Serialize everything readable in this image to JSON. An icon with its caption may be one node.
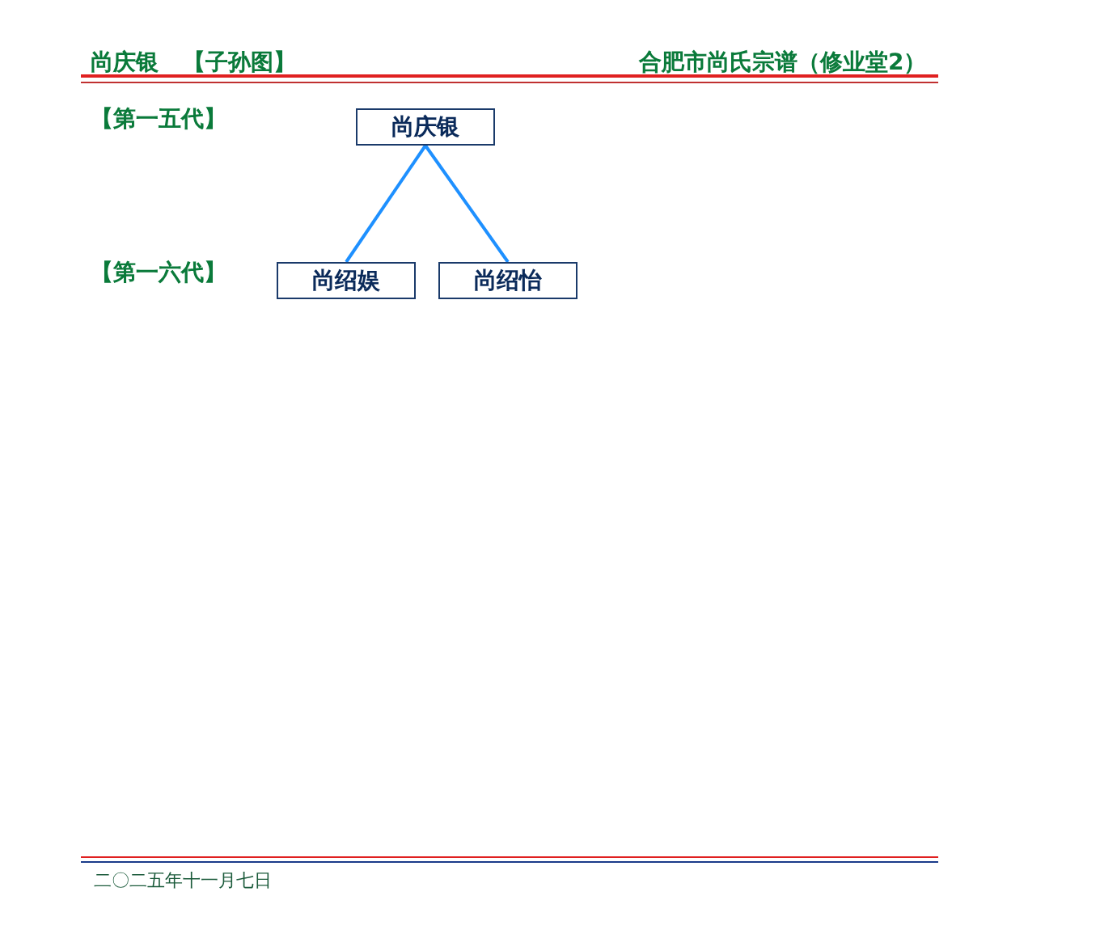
{
  "diagram": {
    "nodes": [
      {
        "text": [
          "尚庆银"
        ]
      },
      {
        "text": [
          "尚绍娱"
        ]
      },
      {
        "text": [
          "尚绍怡"
        ]
      }
    ],
    "edges": [
      {
        "from": 0,
        "to": 1,
        "arrow": "none"
      },
      {
        "from": 0,
        "to": 2,
        "arrow": "none"
      }
    ],
    "labels": [
      "尚庆银",
      "【子孙图】",
      "合肥市尚氏宗谱（修业堂2）",
      "【第一五代】",
      "【第一六代】",
      "二〇二五年十一月七日"
    ]
  }
}
